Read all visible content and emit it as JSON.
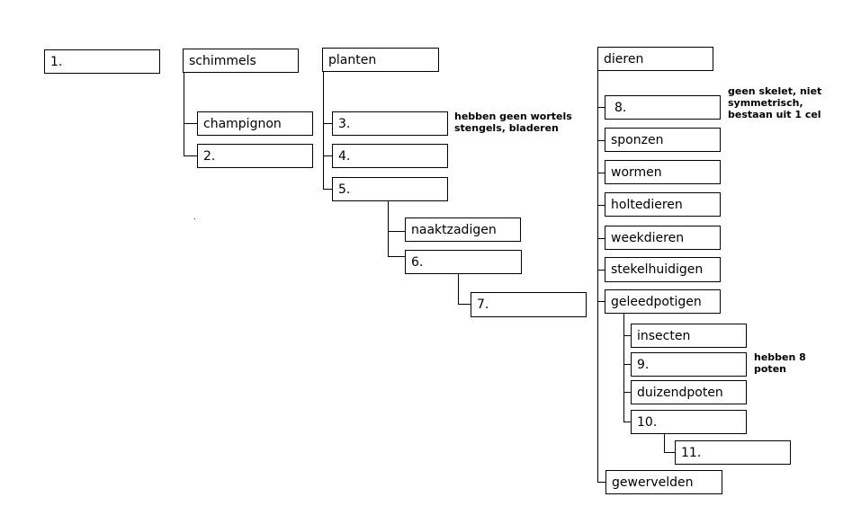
{
  "boxes": {
    "b1": "1.",
    "schimmels": "schimmels",
    "champignon": "champignon",
    "b2": "2.",
    "planten": "planten",
    "b3": "3.",
    "b4": "4.",
    "b5": "5.",
    "naaktzadigen": "naaktzadigen",
    "b6": "6.",
    "b7": "7.",
    "dieren": "dieren",
    "b8": "8.",
    "sponzen": "sponzen",
    "wormen": "wormen",
    "holtedieren": "holtedieren",
    "weekdieren": "weekdieren",
    "stekelhuidigen": "stekelhuidigen",
    "geleedpotigen": "geleedpotigen",
    "insecten": "insecten",
    "b9": "9.",
    "duizendpoten": "duizendpoten",
    "b10": "10.",
    "b11": "11.",
    "gewervelden": "gewervelden"
  },
  "notes": {
    "planten_note": "hebben geen wortels\nstengels, bladeren",
    "dieren_note": "geen skelet, niet\nsymmetrisch,\nbestaan uit 1 cel",
    "poten_note": "hebben 8\npoten"
  }
}
